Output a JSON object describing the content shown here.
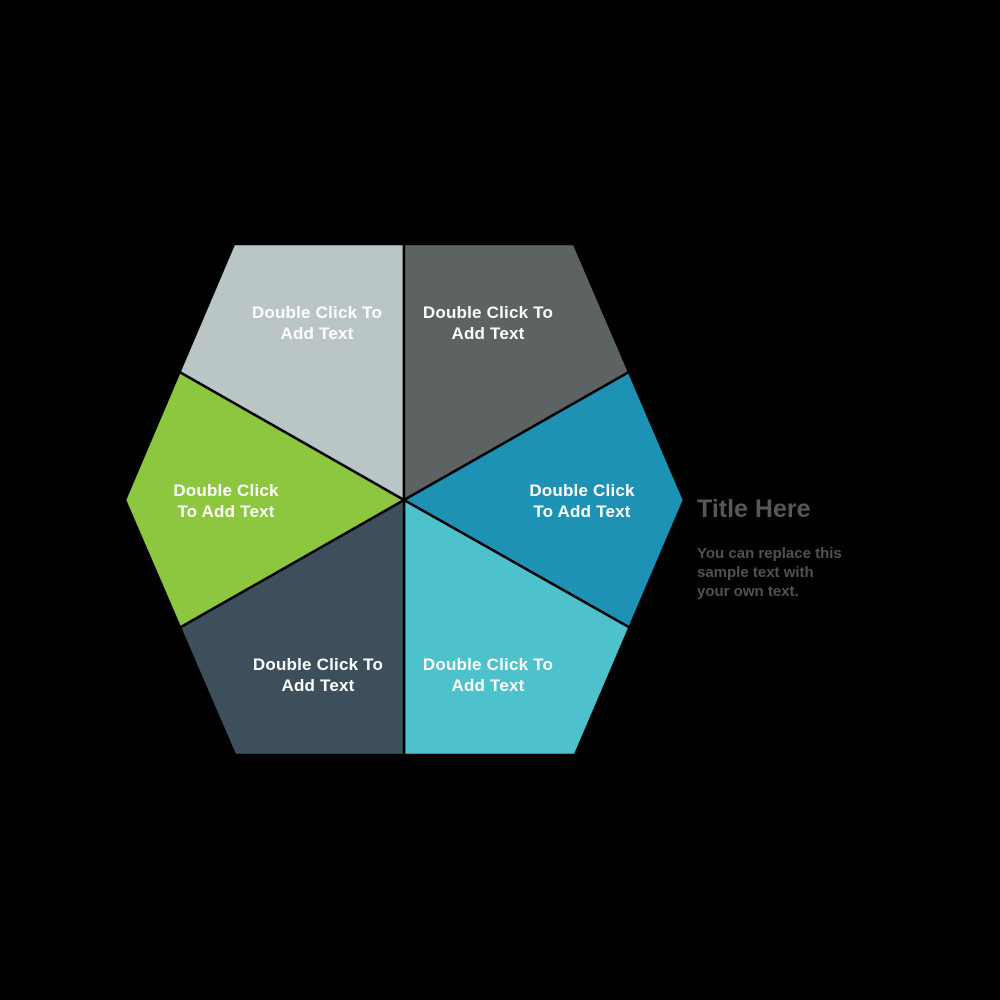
{
  "diagram": {
    "background_color": "#000000",
    "divider_color": "#000000",
    "label_color": "#ffffff",
    "segments": [
      {
        "id": "top-left",
        "label": "Double Click To\nAdd Text",
        "color": "#bac6c6"
      },
      {
        "id": "top-right",
        "label": "Double Click To\nAdd Text",
        "color": "#5d6262"
      },
      {
        "id": "right",
        "label": "Double Click\nTo Add Text",
        "color": "#1e92b4"
      },
      {
        "id": "bottom-right",
        "label": "Double Click To\nAdd Text",
        "color": "#4dc1cc"
      },
      {
        "id": "bottom-left",
        "label": "Double Click To\nAdd Text",
        "color": "#3e4f5c"
      },
      {
        "id": "left",
        "label": "Double Click\nTo Add Text",
        "color": "#8dc63f"
      }
    ]
  },
  "sidebar": {
    "title": "Title Here",
    "title_color": "#535859",
    "body": "You can replace this\nsample text with\nyour own text.",
    "body_color": "#4d5354"
  }
}
